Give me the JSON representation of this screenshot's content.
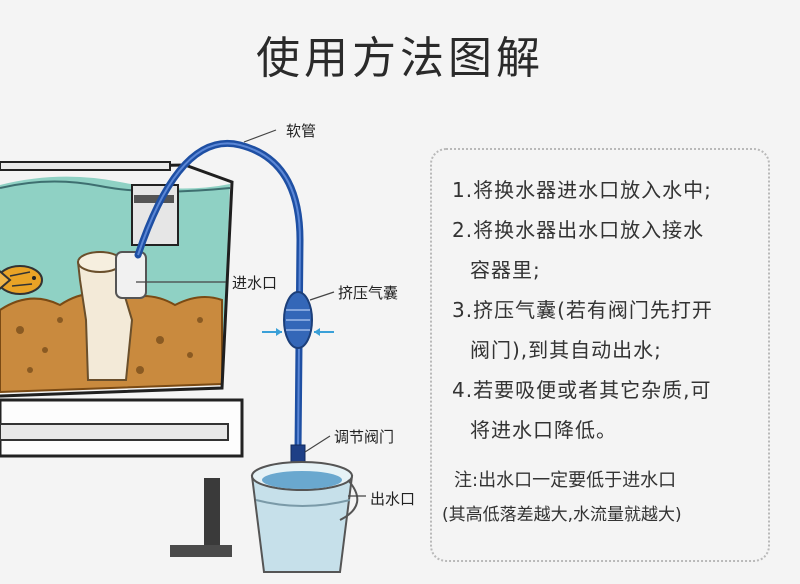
{
  "title": "使用方法图解",
  "labels": {
    "hose": "软管",
    "inlet": "进水口",
    "bulb": "挤压气囊",
    "valve": "调节阀门",
    "outlet": "出水口"
  },
  "steps": [
    {
      "line1": "1.将换水器进水口放入水中;",
      "line2": ""
    },
    {
      "line1": "2.将换水器出水口放入接水",
      "line2": "容器里;"
    },
    {
      "line1": "3.挤压气囊(若有阀门先打开",
      "line2": "阀门),到其自动出水;"
    },
    {
      "line1": "4.若要吸便或者其它杂质,可",
      "line2": "将进水口降低。"
    }
  ],
  "note": {
    "line1": "注:出水口一定要低于进水口",
    "line2": "(其高低落差越大,水流量就越大)"
  },
  "colors": {
    "hose": "#1e4fa3",
    "water": "#7fc4b8",
    "gravel": "#c98a3e"
  }
}
